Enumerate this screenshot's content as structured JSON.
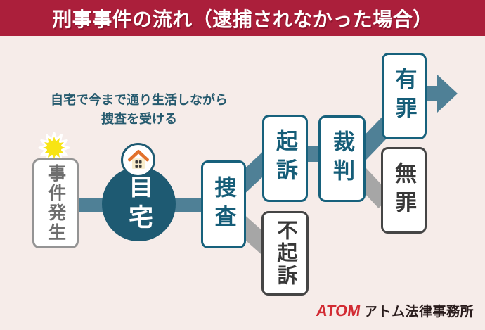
{
  "title": "刑事事件の流れ（逮捕されなかった場合）",
  "note": {
    "line1": "自宅で今まで通り生活しながら",
    "line2": "捜査を受ける"
  },
  "nodes": {
    "incident": {
      "label": "事件発生"
    },
    "home": {
      "label": "自宅"
    },
    "investigation": {
      "label": "捜査"
    },
    "prosecution": {
      "label": "起訴"
    },
    "non_prosecution": {
      "label": "不起訴"
    },
    "trial": {
      "label": "裁判"
    },
    "guilty": {
      "label": "有罪"
    },
    "not_guilty": {
      "label": "無罪"
    }
  },
  "icons": {
    "incident_burst": "burst-star",
    "home_badge": "house",
    "flow_arrow": "arrow-right"
  },
  "logo": {
    "brand": "ATOM",
    "name": "アトム法律事務所"
  },
  "colors": {
    "header_bg": "#ab1f3b",
    "background": "#f6ece9",
    "teal_border": "#17617c",
    "teal_text": "#155d78",
    "home_circle": "#1e5a72",
    "band_steel": "#4f8096",
    "band_gray": "#a6a6a6",
    "outcome_gray_border": "#454545",
    "incident_gray_text": "#6e6e6e",
    "star_yellow": "#f8e414",
    "roof_orange": "#e2712b",
    "logo_red": "#d22b33",
    "logo_text": "#2a1d1d"
  }
}
